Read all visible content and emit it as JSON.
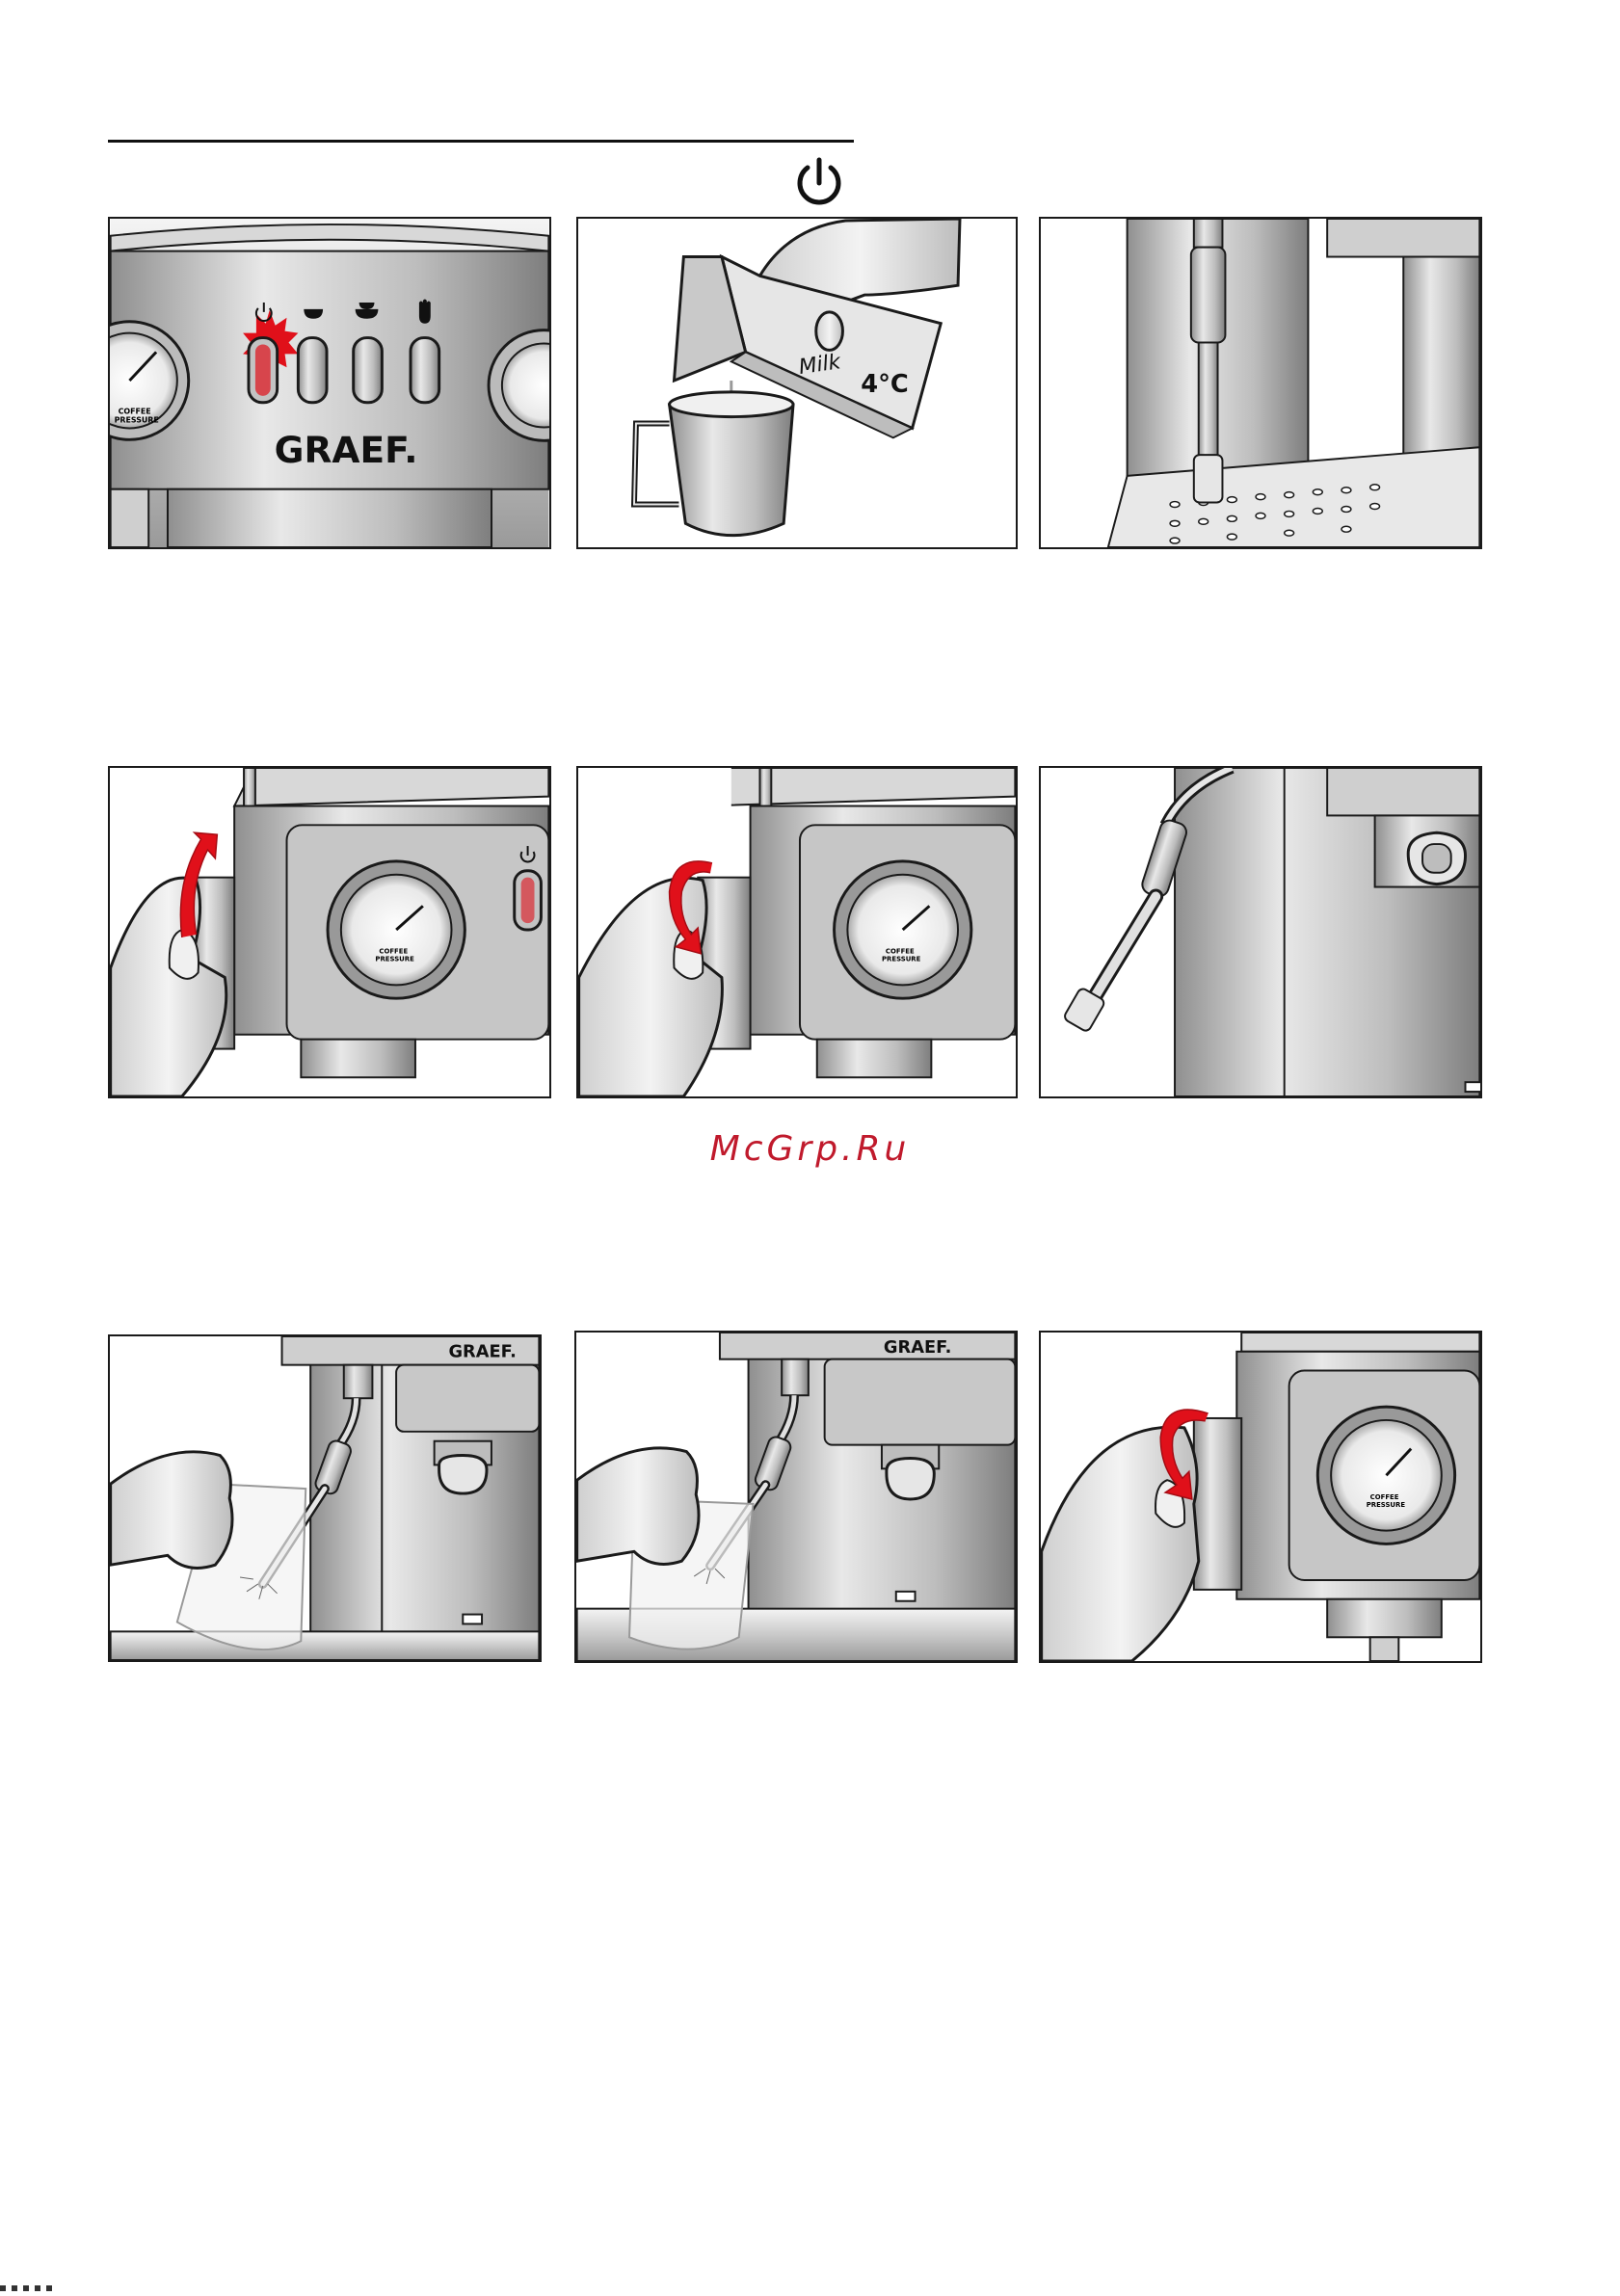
{
  "header": {
    "power_icon": "power-icon"
  },
  "row1": {
    "panel1": {
      "brand": "GRAEF.",
      "gauge_label_1": "COFFEE",
      "gauge_label_2": "PRESSURE"
    },
    "panel2": {
      "carton_text": "Milk",
      "temperature": "4°C"
    }
  },
  "row2": {
    "panel1": {
      "gauge_label_1": "COFFEE",
      "gauge_label_2": "PRESSURE"
    },
    "panel2": {
      "gauge_label_1": "COFFEE",
      "gauge_label_2": "PRESSURE"
    }
  },
  "watermark": {
    "text": "McGrp.Ru"
  },
  "row3": {
    "panel1": {
      "brand": "GRAEF."
    },
    "panel2": {
      "brand": "GRAEF."
    },
    "panel3": {
      "gauge_label_1": "COFFEE",
      "gauge_label_2": "PRESSURE"
    }
  },
  "colors": {
    "accent_red": "#e0101a",
    "steel_light": "#e6e6e6",
    "steel_dark": "#9a9a9a",
    "outline": "#1a1a1a"
  }
}
